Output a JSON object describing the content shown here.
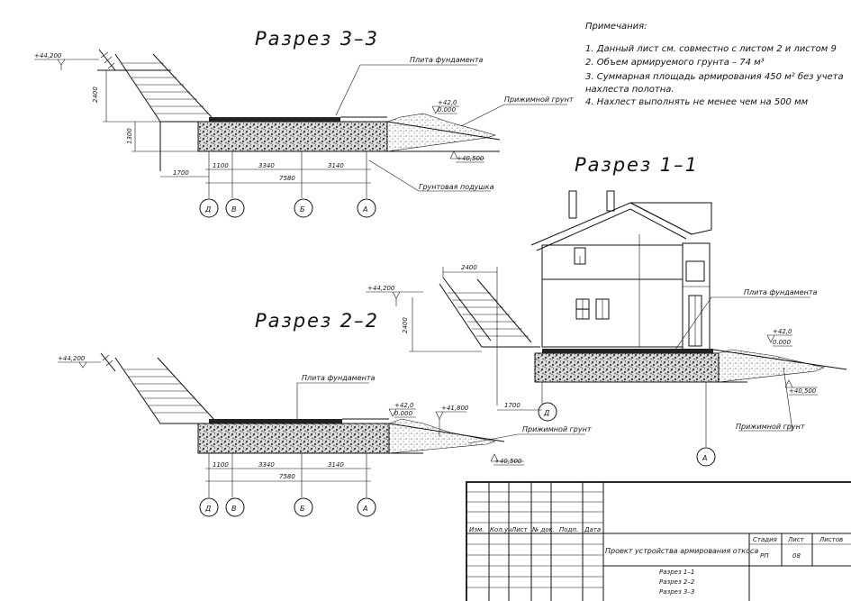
{
  "notes": {
    "heading": "Примечания:",
    "items": [
      "1. Данный лист см. совместно с листом 2 и листом 9",
      "2. Объем армируемого грунта – 74 м³",
      "3. Суммарная площадь армирования 450 м² без учета",
      "нахлеста полотна.",
      "4. Нахлест выполнять не менее чем на 500 мм"
    ]
  },
  "section33": {
    "title": "Разрез 3–3",
    "level_top": "+44,200",
    "level_slab": "+42,0",
    "level_zero": "0.000",
    "level_low": "+40,500",
    "dim_height": "2400",
    "dim_depth": "1300",
    "dim_offset": "1700",
    "dims": [
      "1100",
      "3340",
      "3140"
    ],
    "dim_total": "7580",
    "label_slab": "Плита фундамента",
    "label_backfill": "Прижимной грунт",
    "label_cushion": "Грунтовая подушка",
    "axes": [
      "Д",
      "В",
      "Б",
      "А"
    ]
  },
  "section22": {
    "title": "Разрез 2–2",
    "level_top": "+44,200",
    "level_slab": "+42,0",
    "level_zero": "0.000",
    "level_mid": "+41,800",
    "level_low": "+40,500",
    "dims": [
      "1100",
      "3340",
      "3140"
    ],
    "dim_total": "7580",
    "label_slab": "Плита фундамента",
    "label_backfill": "Прижимной грунт",
    "axes": [
      "Д",
      "В",
      "Б",
      "А"
    ]
  },
  "section11": {
    "title": "Разрез 1–1",
    "level_top": "+44,200",
    "level_slab": "+42,0",
    "level_zero": "0.000",
    "level_low": "+40,500",
    "dim_top": "2400",
    "dim_height": "2400",
    "dim_offset": "1700",
    "label_slab": "Плита фундамента",
    "label_backfill": "Прижимной грунт",
    "axes": [
      "Д",
      "А"
    ]
  },
  "stamp": {
    "headers": [
      "Изм.",
      "Кол.уч",
      "Лист",
      "№ док.",
      "Подп.",
      "Дата"
    ],
    "project_title": "Проект устройства армирования откоса",
    "stage_header": "Стадия",
    "sheet_header": "Лист",
    "sheets_header": "Листов",
    "stage": "РП",
    "sheet": "08",
    "contents": [
      "Разрез 1–1",
      "Разрез 2–2",
      "Разрез 3–3"
    ]
  }
}
